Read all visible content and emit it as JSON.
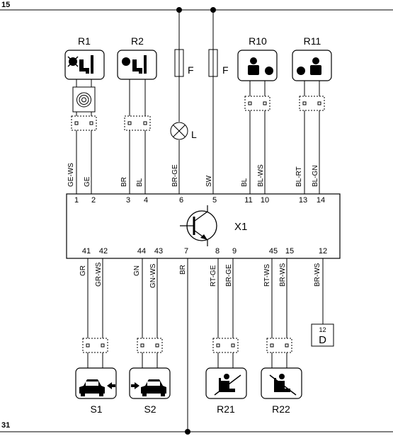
{
  "rails": {
    "top": "15",
    "bottom": "31"
  },
  "module": {
    "label": "X1"
  },
  "fuses": [
    "F",
    "F"
  ],
  "lamp": {
    "label": "L"
  },
  "top_components": [
    {
      "label": "R1",
      "icon": "seat-heating-icon"
    },
    {
      "label": "R2",
      "icon": "seat-icon"
    },
    {
      "label": "R10",
      "icon": "rear-seat-right-icon"
    },
    {
      "label": "R11",
      "icon": "rear-seat-left-icon"
    }
  ],
  "bottom_components": [
    {
      "label": "S1",
      "icon": "car-arrow-left-icon"
    },
    {
      "label": "S2",
      "icon": "car-arrow-right-icon"
    },
    {
      "label": "R21",
      "icon": "seatbelt-icon"
    },
    {
      "label": "R22",
      "icon": "seatbelt-icon"
    }
  ],
  "connector_d": {
    "pin": "12",
    "label": "D"
  },
  "top_wires": [
    {
      "color": "GE-WS",
      "pin": "1"
    },
    {
      "color": "GE",
      "pin": "2"
    },
    {
      "color": "BR",
      "pin": "3"
    },
    {
      "color": "BL",
      "pin": "4"
    },
    {
      "color": "BR-GE",
      "pin": "6"
    },
    {
      "color": "SW",
      "pin": "5"
    },
    {
      "color": "BL",
      "pin": "11"
    },
    {
      "color": "BL-WS",
      "pin": "10"
    },
    {
      "color": "BL-RT",
      "pin": "13"
    },
    {
      "color": "BL-GN",
      "pin": "14"
    }
  ],
  "bottom_wires": [
    {
      "color": "GR",
      "pin": "41"
    },
    {
      "color": "GR-WS",
      "pin": "42"
    },
    {
      "color": "GN",
      "pin": "44"
    },
    {
      "color": "GN-WS",
      "pin": "43"
    },
    {
      "color": "BR",
      "pin": "7"
    },
    {
      "color": "RT-GE",
      "pin": "8"
    },
    {
      "color": "BR-GE",
      "pin": "9"
    },
    {
      "color": "RT-WS",
      "pin": "45"
    },
    {
      "color": "BR-WS",
      "pin": "15"
    },
    {
      "color": "BR-WS",
      "pin": "12"
    }
  ]
}
